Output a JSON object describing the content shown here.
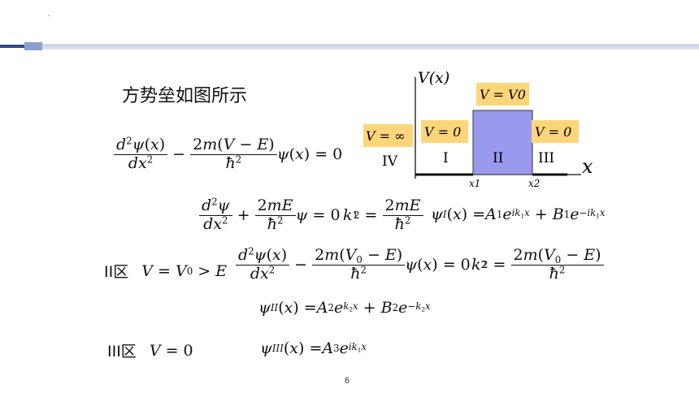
{
  "header": {
    "dot": ".",
    "bar_colors": [
      "#2e4a8a",
      "#8aa0d2",
      "#c7d2e8"
    ]
  },
  "slide": {
    "title": "方势垒如图所示",
    "page_number": "6"
  },
  "diagram": {
    "y_axis_label": "V(x)",
    "x_axis_label": "x",
    "barrier_label": "V = V0",
    "left_label": "V = ∞",
    "region1_label": "V = 0",
    "region3_label": "V = 0",
    "regions": [
      "IV",
      "I",
      "II",
      "III"
    ],
    "x1": "x1",
    "x2": "x2",
    "colors": {
      "barrier_fill": "#9999ee",
      "label_bg": "#ffd57a"
    }
  },
  "equations": {
    "schrodinger": "d²ψ(x)/dx² − 2m(V−E)/ħ² ψ(x) = 0",
    "region1": "d²ψ/dx² + 2mE/ħ² ψ = 0",
    "k1": "k1² = 2mE/ħ²",
    "psi1": "ψI(x) = A1 e^(ik1x) + B1 e^(−ik1x)",
    "region2_label": "II区",
    "region2_cond": "V = V0 > E",
    "region2": "d²ψ(x)/dx² − 2m(V0−E)/ħ² ψ(x) = 0",
    "k2": "k2² = 2m(V0−E)/ħ²",
    "psi2": "ψII(x) = A2 e^(k2x) + B2 e^(−k2x)",
    "region3_label": "III区",
    "region3_cond": "V = 0",
    "psi3": "ψIII(x) = A3 e^(ik1x)"
  }
}
